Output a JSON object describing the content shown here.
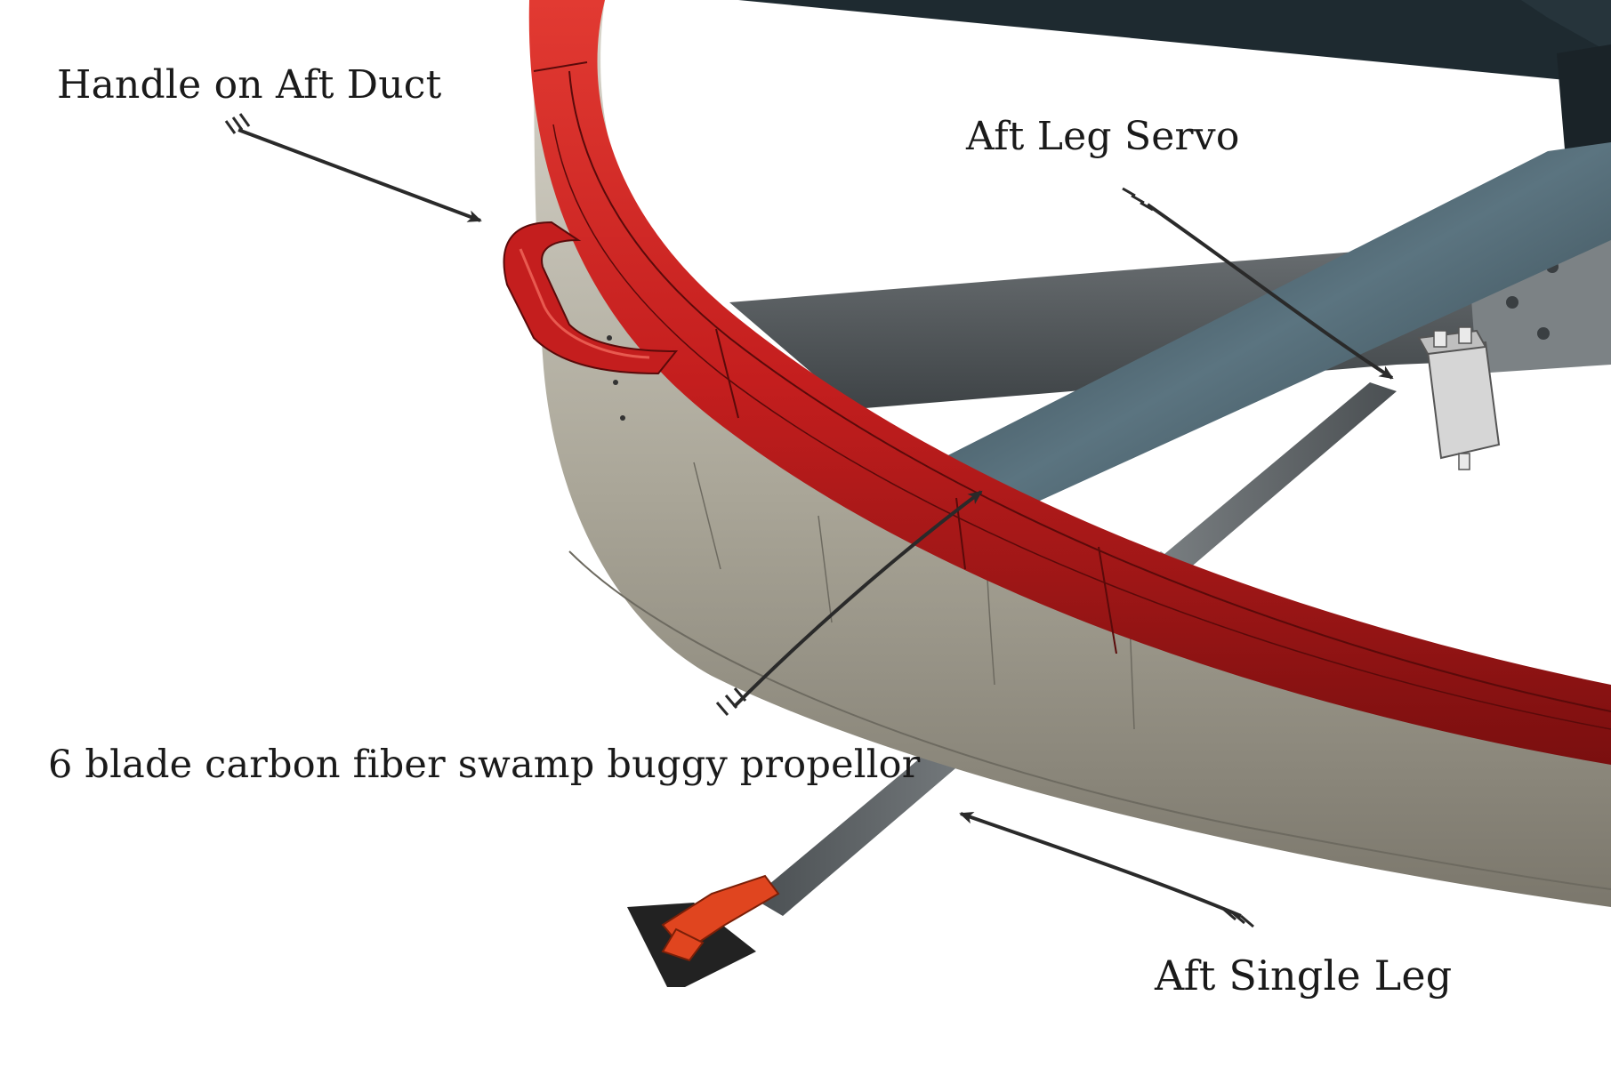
{
  "callouts": {
    "handle": {
      "label": "Handle on Aft Duct"
    },
    "servo": {
      "label": "Aft Leg Servo"
    },
    "propeller": {
      "label": "6 blade carbon fiber swamp buggy propellor"
    },
    "leg": {
      "label": "Aft Single Leg"
    }
  },
  "colors": {
    "duct_rim": "#c41e1e",
    "duct_rim_shadow": "#7a0f0f",
    "duct_wall": "#8f8b80",
    "frame_dark": "#1e2a30",
    "strut_grey": "#5a5f62",
    "servo_body": "#d6d6d6",
    "foot_plate": "#222222",
    "foot_bracket": "#e0451f",
    "arrow": "#2a2a2a"
  }
}
